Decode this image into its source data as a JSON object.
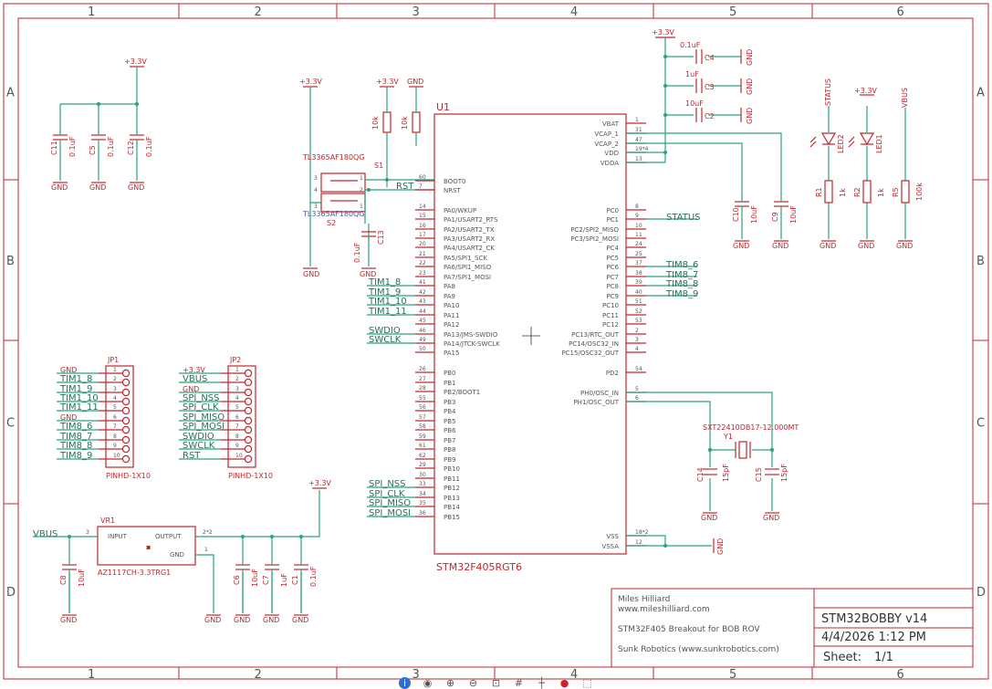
{
  "frame": {
    "cols": [
      "1",
      "2",
      "3",
      "4",
      "5",
      "6"
    ],
    "rows": [
      "A",
      "B",
      "C",
      "D"
    ]
  },
  "supplies": {
    "p33": "+3.3V",
    "gnd": "GND",
    "vbus": "VBUS"
  },
  "caps_top_left": [
    {
      "name": "C11",
      "value": "0.1uF"
    },
    {
      "name": "C5",
      "value": "0.1uF"
    },
    {
      "name": "C12",
      "value": "0.1uF"
    }
  ],
  "buttons": {
    "part": "TL3365AF180QG",
    "s1": "S1",
    "s2": "S2"
  },
  "pullups": [
    {
      "name": "10k",
      "value": ""
    },
    {
      "name": "10k",
      "value": ""
    }
  ],
  "rst_net": "RST",
  "c13": {
    "name": "C13",
    "value": "0.1uF"
  },
  "mcu": {
    "ref": "U1",
    "part": "STM32F405RGT6",
    "left_pins": [
      {
        "num": "60",
        "name": "BOOT0"
      },
      {
        "num": "7",
        "name": "NRST"
      },
      {
        "num": "14",
        "name": "PA0/WKUP"
      },
      {
        "num": "15",
        "name": "PA1/USART2_RTS"
      },
      {
        "num": "16",
        "name": "PA2/USART2_TX"
      },
      {
        "num": "17",
        "name": "PA3/USART2_RX"
      },
      {
        "num": "20",
        "name": "PA4/USART2_CK"
      },
      {
        "num": "21",
        "name": "PA5/SPI1_SCK"
      },
      {
        "num": "22",
        "name": "PA6/SPI1_MISO"
      },
      {
        "num": "23",
        "name": "PA7/SPI1_MOSI"
      },
      {
        "num": "41",
        "name": "PA8"
      },
      {
        "num": "42",
        "name": "PA9"
      },
      {
        "num": "43",
        "name": "PA10"
      },
      {
        "num": "44",
        "name": "PA11"
      },
      {
        "num": "45",
        "name": "PA12"
      },
      {
        "num": "46",
        "name": "PA13/JMS-SWDIO"
      },
      {
        "num": "49",
        "name": "PA14/JTCK-SWCLK"
      },
      {
        "num": "50",
        "name": "PA15"
      },
      {
        "num": "26",
        "name": "PB0"
      },
      {
        "num": "27",
        "name": "PB1"
      },
      {
        "num": "28",
        "name": "PB2/BOOT1"
      },
      {
        "num": "55",
        "name": "PB3"
      },
      {
        "num": "56",
        "name": "PB4"
      },
      {
        "num": "57",
        "name": "PB5"
      },
      {
        "num": "58",
        "name": "PB6"
      },
      {
        "num": "59",
        "name": "PB7"
      },
      {
        "num": "61",
        "name": "PB8"
      },
      {
        "num": "62",
        "name": "PB9"
      },
      {
        "num": "29",
        "name": "PB10"
      },
      {
        "num": "30",
        "name": "PB11"
      },
      {
        "num": "33",
        "name": "PB12"
      },
      {
        "num": "34",
        "name": "PB13"
      },
      {
        "num": "35",
        "name": "PB14"
      },
      {
        "num": "36",
        "name": "PB15"
      }
    ],
    "right_pins": [
      {
        "num": "1",
        "name": "VBAT"
      },
      {
        "num": "31",
        "name": "VCAP_1"
      },
      {
        "num": "47",
        "name": "VCAP_2"
      },
      {
        "num": "19*4",
        "name": "VDD"
      },
      {
        "num": "13",
        "name": "VDDA"
      },
      {
        "num": "8",
        "name": "PC0"
      },
      {
        "num": "9",
        "name": "PC1"
      },
      {
        "num": "10",
        "name": "PC2/SPI2_MISO"
      },
      {
        "num": "11",
        "name": "PC3/SPI2_MOSI"
      },
      {
        "num": "24",
        "name": "PC4"
      },
      {
        "num": "25",
        "name": "PC5"
      },
      {
        "num": "37",
        "name": "PC6"
      },
      {
        "num": "38",
        "name": "PC7"
      },
      {
        "num": "39",
        "name": "PC8"
      },
      {
        "num": "40",
        "name": "PC9"
      },
      {
        "num": "51",
        "name": "PC10"
      },
      {
        "num": "52",
        "name": "PC11"
      },
      {
        "num": "53",
        "name": "PC12"
      },
      {
        "num": "2",
        "name": "PC13/RTC_OUT"
      },
      {
        "num": "3",
        "name": "PC14/OSC32_IN"
      },
      {
        "num": "4",
        "name": "PC15/OSC32_OUT"
      },
      {
        "num": "54",
        "name": "PD2"
      },
      {
        "num": "5",
        "name": "PH0/OSC_IN"
      },
      {
        "num": "6",
        "name": "PH1/OSC_OUT"
      },
      {
        "num": "18*2",
        "name": "VSS"
      },
      {
        "num": "12",
        "name": "VSSA"
      }
    ]
  },
  "mcu_nets": {
    "left": [
      "TIM1_8",
      "TIM1_9",
      "TIM1_10",
      "TIM1_11",
      "SWDIO",
      "SWCLK",
      "SPI_NSS",
      "SPI_CLK",
      "SPI_MISO",
      "SPI_MOSI"
    ],
    "right": [
      "STATUS",
      "TIM8_6",
      "TIM8_7",
      "TIM8_8",
      "TIM8_9"
    ]
  },
  "caps_top_right": [
    {
      "name": "C4",
      "value": "0.1uF"
    },
    {
      "name": "C3",
      "value": "1uF"
    },
    {
      "name": "C2",
      "value": "10uF"
    }
  ],
  "vcap": [
    {
      "name": "C10",
      "value": "10uF"
    },
    {
      "name": "C9",
      "value": "10uF"
    }
  ],
  "leds": [
    {
      "led": "LED2",
      "res": "R1",
      "res_value": "1k",
      "net": "STATUS"
    },
    {
      "led": "LED1",
      "res": "R2",
      "res_value": "1k",
      "net": "+3.3V"
    }
  ],
  "r5": {
    "name": "R5",
    "value": "100k",
    "net": "VBUS"
  },
  "jp1": {
    "ref": "JP1",
    "part": "PINHD-1X10",
    "pins": [
      "1",
      "2",
      "3",
      "4",
      "5",
      "6",
      "7",
      "8",
      "9",
      "10"
    ],
    "nets": [
      "GND",
      "TIM1_8",
      "TIM1_9",
      "TIM1_10",
      "TIM1_11",
      "GND",
      "TIM8_6",
      "TIM8_7",
      "TIM8_8",
      "TIM8_9"
    ]
  },
  "jp2": {
    "ref": "JP2",
    "part": "PINHD-1X10",
    "pins": [
      "1",
      "2",
      "3",
      "4",
      "5",
      "6",
      "7",
      "8",
      "9",
      "10"
    ],
    "nets": [
      "+3.3V",
      "VBUS",
      "GND",
      "SPI_NSS",
      "SPI_CLK",
      "SPI_MISO",
      "SPI_MOSI",
      "SWDIO",
      "SWCLK",
      "RST"
    ]
  },
  "crystal": {
    "ref": "Y1",
    "part": "SXT22410DB17-12.000MT",
    "c14": {
      "name": "C14",
      "value": "15pF"
    },
    "c15": {
      "name": "C15",
      "value": "15pF"
    }
  },
  "regulator": {
    "ref": "VR1",
    "part": "AZ1117CH-3.3TRG1",
    "input": "INPUT",
    "output": "OUTPUT",
    "gnd": "GND",
    "pin_in": "3",
    "pin_out": "2*2",
    "pin_gnd": "1"
  },
  "reg_caps": [
    {
      "name": "C8",
      "value": "10uF"
    },
    {
      "name": "C6",
      "value": "10uF"
    },
    {
      "name": "C7",
      "value": "1uF"
    },
    {
      "name": "C1",
      "value": "0.1uF"
    }
  ],
  "title_block": {
    "author": "Miles Hilliard",
    "url": "www.mileshilliard.com",
    "desc": "STM32F405 Breakout for BOB ROV",
    "company": "Sunk Robotics (www.sunkrobotics.com)",
    "title": "STM32BOBBY v14",
    "date": "4/4/2026 1:12 PM",
    "sheet_label": "Sheet:",
    "sheet": "1/1"
  },
  "toolbar": [
    "info-icon",
    "eye-icon",
    "zoom-in-icon",
    "zoom-out-icon",
    "zoom-fit-icon",
    "grid-icon",
    "crosshair-icon",
    "stop-icon",
    "select-icon"
  ]
}
